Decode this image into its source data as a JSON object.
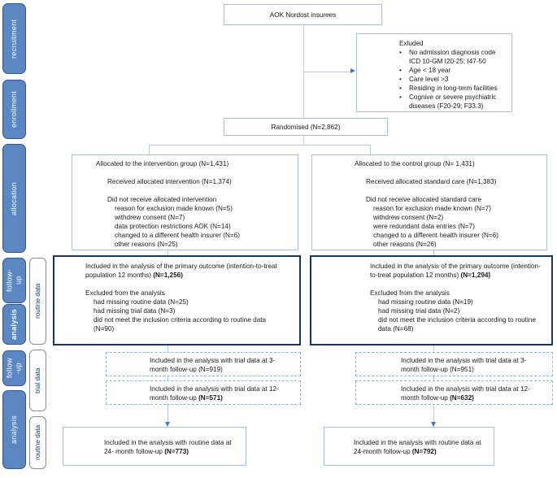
{
  "colors": {
    "stage_fill": "#5b87c3",
    "stage_border": "#2f5496",
    "box_border": "#a9c0dc",
    "thick_border": "#17375e",
    "dashed_border": "#8fb4e3",
    "connector_line": "#b4cbe5",
    "arrow": "#4472c4"
  },
  "sidebar": {
    "stages": [
      {
        "label": "recruitment"
      },
      {
        "label": "enrollment"
      },
      {
        "label": "allocation"
      },
      {
        "label": "follow-\nup"
      },
      {
        "label": "analysis"
      },
      {
        "label": "follow\n-up"
      },
      {
        "label": "analysis"
      }
    ],
    "data_tags": [
      "routine data",
      "trial data",
      "routine data"
    ]
  },
  "top_box": {
    "text": "AOK Nordost insurees"
  },
  "excluded_box": {
    "title": "Exluded",
    "bullet": "•",
    "items": [
      "No admission diagnosis code ICD 10-GM I20-25; I47-50",
      "Age < 18 year",
      "Care level >3",
      "Residing in long-term facilities",
      "Cognive or severe psychiatric diseases (F20-29; F33.3)"
    ]
  },
  "randomised_box": {
    "text": "Randomised (N=2,862)"
  },
  "allocation_left": {
    "line1": "Allocated to the intervention group (N=1,431)",
    "line2": "Received allocated intervention (N=1,374)",
    "line3": "Did not receive allocated intervention",
    "reasons": [
      "reason for exclusion made known (N=5)",
      "withdrew consent (N=7)",
      "data protection restrictions AOK (N=14)",
      "changed to a different health insurer (N=6)",
      "other reasons (N=25)"
    ]
  },
  "allocation_right": {
    "line1": "Allocated to the control group (N= 1,431)",
    "line2": "Received allocated standard care (N=1,383)",
    "line3": "Did not receive allocated standard care",
    "reasons": [
      "reason for exclusion made known (N=7)",
      "withdrew consent (N=2)",
      "were redundant data entries (N=7)",
      "changed to a different health insurer (N=6)",
      "other reasons (N=26)"
    ]
  },
  "analysis_left": {
    "included_text": "Included in the analysis of the primary outcome (intention-to-treat population 12 months) ",
    "included_bold": "(N=1,256)",
    "excluded_title": "Excluded from the analysis",
    "excluded_items": [
      "had missing routine data (N=25)",
      "had missing trial data (N=3)",
      "did not meet the inclusion criteria according to routine data (N=90)"
    ]
  },
  "analysis_right": {
    "included_text": "Included in the analysis of the primary outcome (intention-to-treat population 12 months) ",
    "included_bold": "(N=1,294)",
    "excluded_title": "Excluded from the analysis",
    "excluded_items": [
      "had missing routine data (N=19)",
      "had missing trial data (N=2)",
      "did not meet the inclusion criteria according to routine data (N=68)"
    ]
  },
  "trial_left_3m": {
    "text": "Included in the analysis with trial data at 3- month follow-up (N=919)"
  },
  "trial_left_12m": {
    "text": "Included in the analysis with trial data at 12- month follow-up ",
    "bold": "(N=571)"
  },
  "trial_right_3m": {
    "text": "Included in the analysis with trial data at 3- month follow-up (N=951)"
  },
  "trial_right_12m": {
    "text": "Included in the analysis with trial data at 12- month follow-up ",
    "bold": "(N=632)"
  },
  "routine_left_24m": {
    "text": "Included in the analysis with routine data at 24- month follow-up ",
    "bold": "(N=773)"
  },
  "routine_right_24m": {
    "text": "Included in the analysis with routine data at 24-month follow-up ",
    "bold": "(N=792)"
  }
}
